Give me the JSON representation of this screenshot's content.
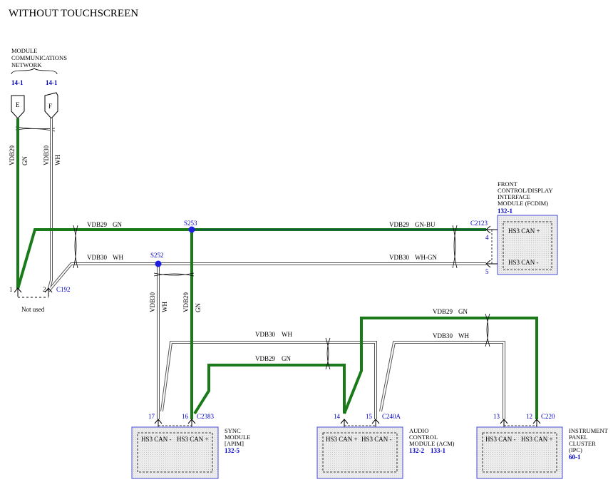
{
  "title": "WITHOUT TOUCHSCREEN",
  "network": {
    "label_lines": [
      "MODULE",
      "COMMUNICATIONS",
      "NETWORK"
    ],
    "ref_left": "14-1",
    "ref_right": "14-1",
    "conn_e": "E",
    "conn_f": "F"
  },
  "wires": {
    "vdb29": "VDB29",
    "vdb30": "VDB30",
    "gn": "GN",
    "wh": "WH",
    "gn_bu": "GN-BU",
    "wh_gn": "WH-GN"
  },
  "splices": {
    "s253": "S253",
    "s252": "S252"
  },
  "c192": {
    "name": "C192",
    "pin1": "1",
    "pin2": "2",
    "note": "Not used"
  },
  "fcdim": {
    "label_lines": [
      "FRONT",
      "CONTROL/DISPLAY",
      "INTERFACE",
      "MODULE (FCDIM)"
    ],
    "ref": "132-1",
    "connector": "C2123",
    "pin_a": "4",
    "pin_b": "5",
    "can_plus": "HS3 CAN +",
    "can_minus": "HS3 CAN -"
  },
  "apim": {
    "label_lines": [
      "SYNC",
      "MODULE",
      "[APIM]"
    ],
    "ref": "132-5",
    "connector": "C2383",
    "pin_a": "17",
    "pin_b": "16",
    "can_minus": "HS3 CAN -",
    "can_plus": "HS3 CAN +"
  },
  "acm": {
    "label_lines": [
      "AUDIO",
      "CONTROL",
      "MODULE (ACM)"
    ],
    "ref_1": "132-2",
    "ref_2": "133-1",
    "connector": "C240A",
    "pin_a": "14",
    "pin_b": "15",
    "can_plus": "HS3 CAN +",
    "can_minus": "HS3 CAN -"
  },
  "ipc": {
    "label_lines": [
      "INSTRUMENT",
      "PANEL",
      "CLUSTER",
      "(IPC)"
    ],
    "ref": "60-1",
    "connector": "C220",
    "pin_a": "13",
    "pin_b": "12",
    "can_minus": "HS3 CAN -",
    "can_plus": "HS3 CAN +"
  },
  "colors": {
    "gn_wire": "#1a7a1a",
    "module_border": "#4a4ad8",
    "module_fill": "#e8e8e8",
    "ref_blue": "#0000c8"
  }
}
